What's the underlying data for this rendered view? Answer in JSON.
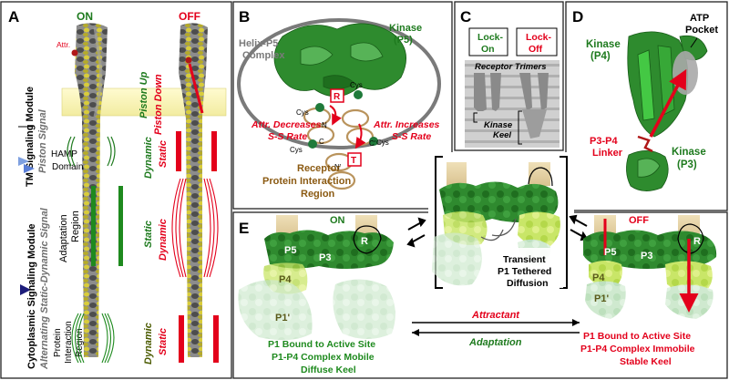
{
  "panelA": {
    "letter": "A",
    "on": "ON",
    "off": "OFF",
    "attr": "Attr.",
    "tm_module": "TM Signaling Module",
    "piston_signal": "Piston Signal",
    "piston_up": "Piston Up",
    "piston_down": "Piston Down",
    "hamp1": "HAMP",
    "hamp2": "Domain",
    "dynamic": "Dynamic",
    "static": "Static",
    "adaptation1": "Adaptation",
    "adaptation2": "Region",
    "cyto_module": "Cytoplasmic Signaling Module",
    "alternating": "Alternating Static-Dynamic Signal",
    "pir1": "Protein",
    "pir2": "Interaction",
    "pir3": "Region"
  },
  "panelB": {
    "letter": "B",
    "kinase": "Kinase",
    "kinase_p5": "(P5)",
    "helix1": "Helix-P5",
    "helix2": "Complex",
    "cys": "Cys",
    "attr_dec1": "Attr. Decreases",
    "attr_dec2": "S-S Rate",
    "attr_inc1": "Attr. Increases",
    "attr_inc2": "S-S Rate",
    "r": "R",
    "t": "T",
    "n": "N",
    "c": "C",
    "c_prime": "C'",
    "n_prime": "N'",
    "receptor1": "Receptor",
    "receptor2": "Protein Interaction",
    "receptor3": "Region"
  },
  "panelC": {
    "letter": "C",
    "lock_on1": "Lock-",
    "lock_on2": "On",
    "lock_off1": "Lock-",
    "lock_off2": "Off",
    "trimers": "Receptor Trimers",
    "keel1": "Kinase",
    "keel2": "Keel"
  },
  "panelD": {
    "letter": "D",
    "atp1": "ATP",
    "atp2": "Pocket",
    "kinase": "Kinase",
    "p4": "(P4)",
    "linker1": "P3-P4",
    "linker2": "Linker",
    "p3": "(P3)"
  },
  "panelE": {
    "letter": "E",
    "on": "ON",
    "off": "OFF",
    "p5": "P5",
    "p3": "P3",
    "r": "R",
    "p4": "P4",
    "p1p": "P1'",
    "transient1": "Transient",
    "transient2": "P1 Tethered",
    "transient3": "Diffusion",
    "attractant": "Attractant",
    "adaptation": "Adaptation",
    "on_cap1": "P1 Bound to Active Site",
    "on_cap2": "P1-P4 Complex Mobile",
    "on_cap3": "Diffuse Keel",
    "off_cap1": "P1 Bound to Active Site",
    "off_cap2": "P1-P4 Complex Immobile",
    "off_cap3": "Stable Keel"
  },
  "colors": {
    "green_dark": "#1e7a1e",
    "red": "#e3001b",
    "brown": "#8b5a12",
    "gray": "#5a5a5a"
  }
}
